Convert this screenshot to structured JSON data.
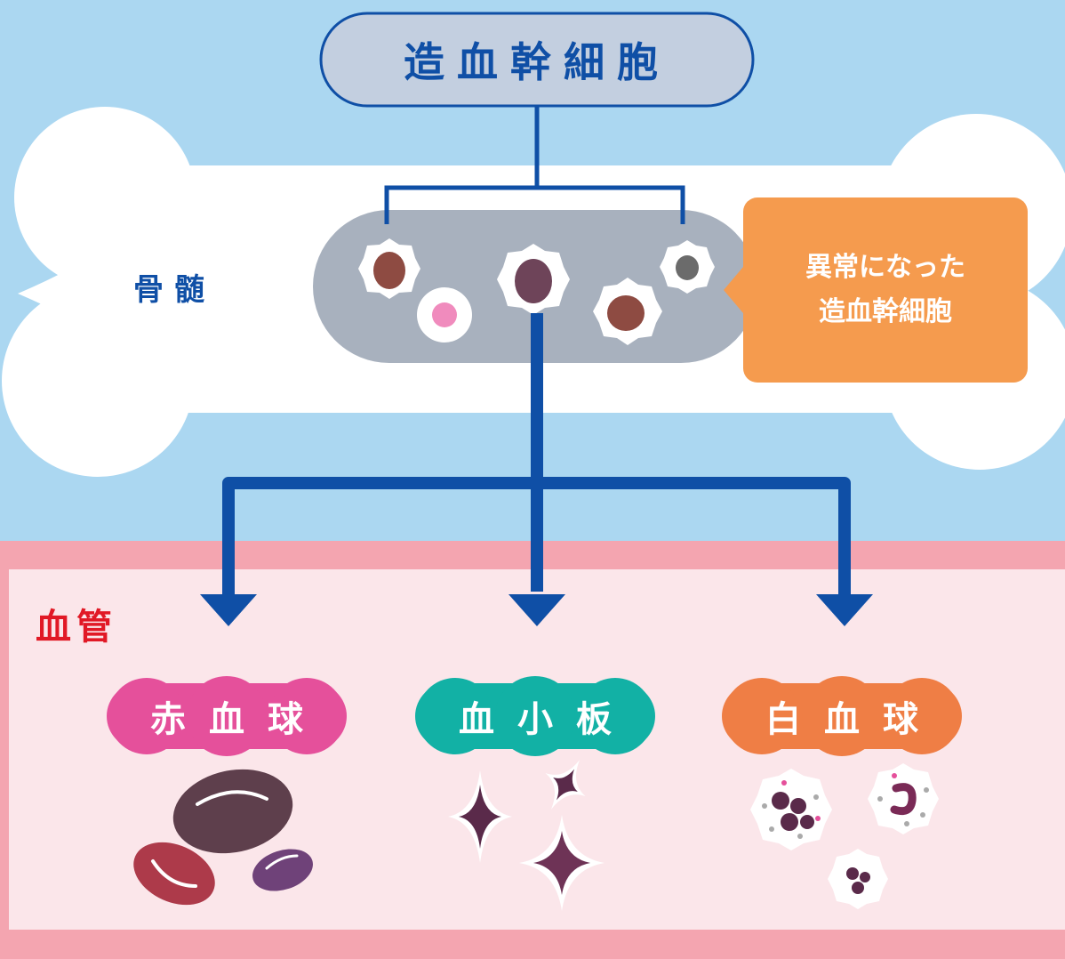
{
  "title": "造血幹細胞",
  "bone_label": "骨髄",
  "abnormal_callout": {
    "line1": "異常になった",
    "line2": "造血幹細胞"
  },
  "vessel_label": "血管",
  "cell_types": [
    {
      "label": "赤血球",
      "color": "#e5509b"
    },
    {
      "label": "血小板",
      "color": "#12b1a5"
    },
    {
      "label": "白血球",
      "color": "#ef7e45"
    }
  ],
  "colors": {
    "background": "#abd7f1",
    "bone": "#ffffff",
    "marrow": "#a8b1be",
    "arrow": "#0f4fa6",
    "title_box": "#c3cfe0",
    "callout": "#f59b4e",
    "vessel_wall": "#f4a5b0",
    "vessel_inner": "#fbe6ea",
    "vessel_label": "#e11926"
  }
}
